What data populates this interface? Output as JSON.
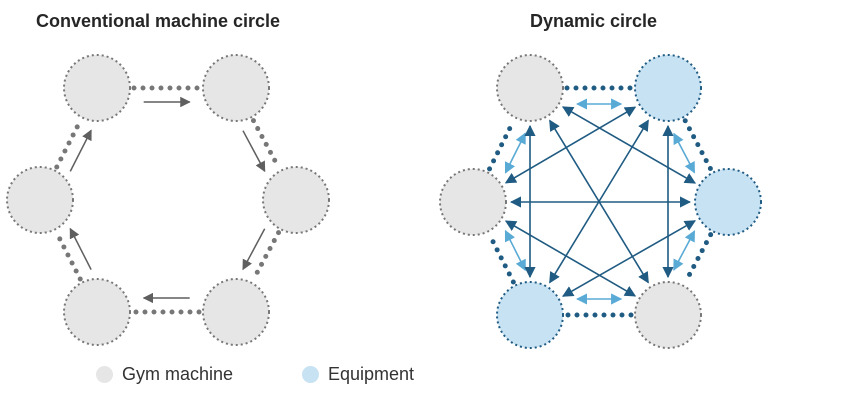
{
  "titles": {
    "conventional": "Conventional machine circle",
    "dynamic": "Dynamic circle"
  },
  "legend": {
    "gym_machine": "Gym machine",
    "equipment": "Equipment"
  },
  "colors": {
    "gym_fill": "#e6e6e6",
    "gym_stroke": "#777777",
    "equipment_fill": "#c7e2f3",
    "equipment_stroke": "#1f5b82",
    "conventional_arrow": "#5f5f5f",
    "dynamic_arrow_dark": "#1f5b82",
    "dynamic_arrow_light": "#5aaad6",
    "dynamic_dots": "#1f5b82"
  },
  "diagrams": {
    "conventional": {
      "node_types": [
        "gym",
        "gym",
        "gym",
        "gym",
        "gym",
        "gym"
      ],
      "flow": "clockwise"
    },
    "dynamic": {
      "node_types": [
        "gym",
        "equipment",
        "equipment",
        "gym",
        "equipment",
        "gym"
      ],
      "connections": "all-to-all, bidirectional"
    }
  }
}
